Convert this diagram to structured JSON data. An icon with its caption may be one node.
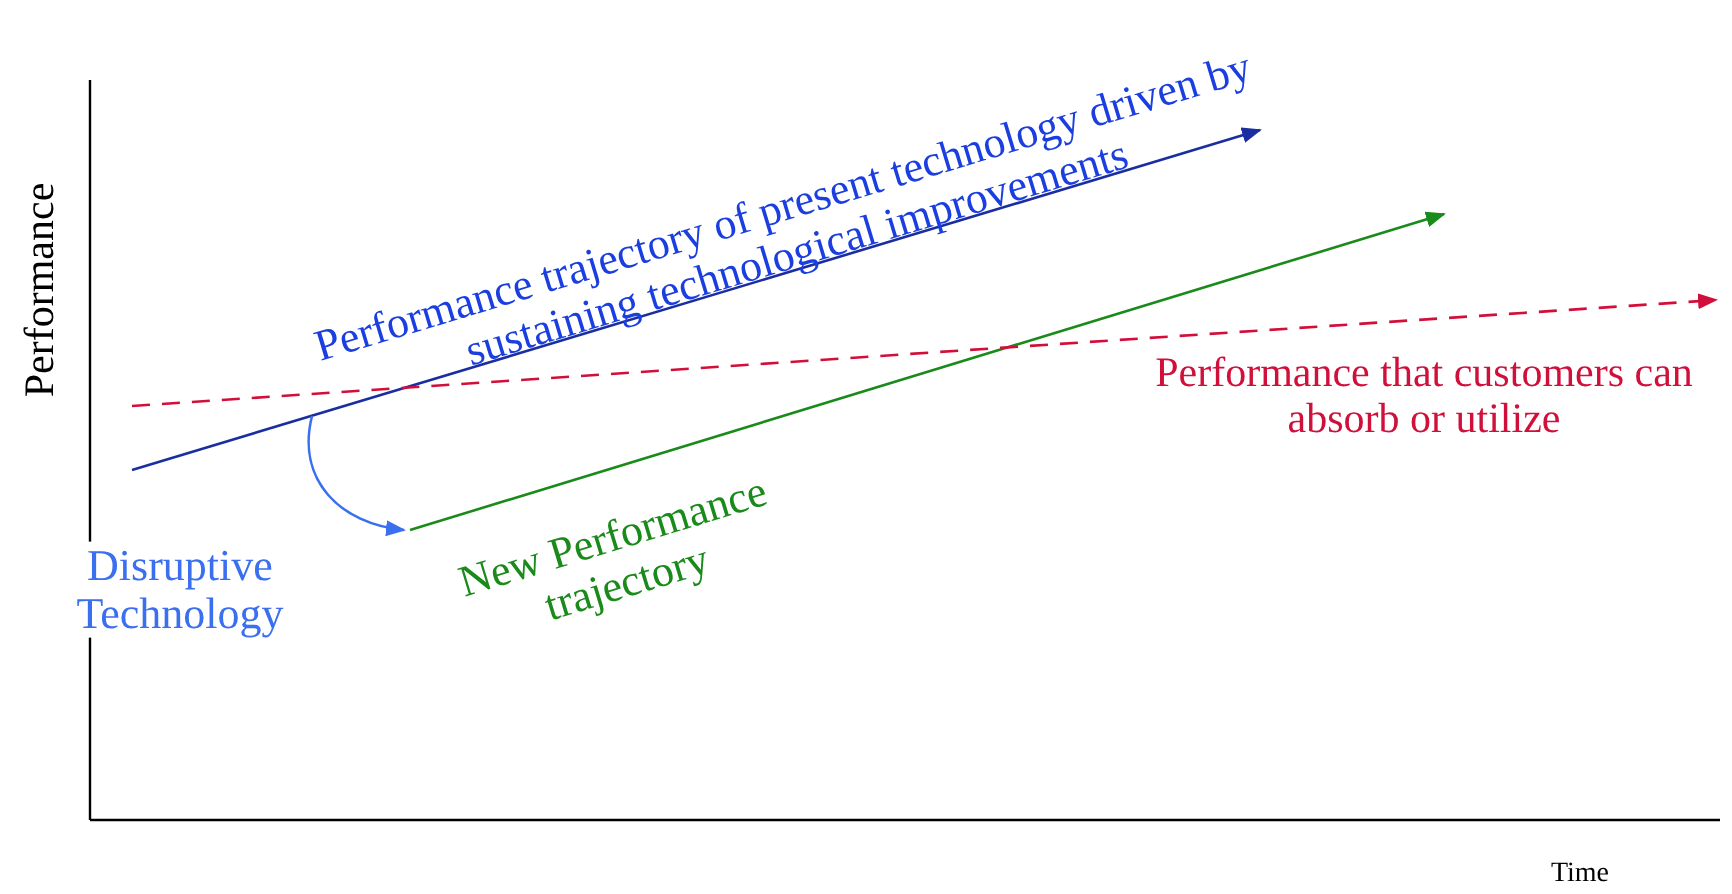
{
  "diagram": {
    "labels": [
      "Performance",
      "Performance trajectory of present technology driven by sustaining technological improvements",
      "Performance that customers can absorb or utilize",
      "Disruptive Technology",
      "New Performance trajectory",
      "Time"
    ]
  }
}
